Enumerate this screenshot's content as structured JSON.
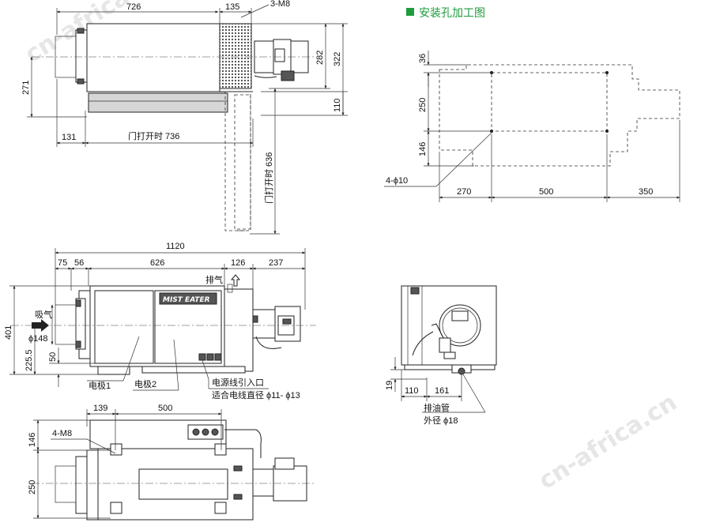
{
  "section_title": "安装孔加工图",
  "watermark": "cn-africa.cn",
  "colors": {
    "accent": "#1c9c3c"
  },
  "top_view": {
    "dims": {
      "width_726": "726",
      "width_135": "135",
      "screw": "3-M8",
      "height_282": "282",
      "height_322": "322",
      "height_271": "271",
      "height_110": "110",
      "offset_131": "131",
      "door_open_736": "门打开时 736",
      "door_open_636": "门打开时 636"
    }
  },
  "mounting_view": {
    "dims": {
      "d36": "36",
      "d250": "250",
      "d146": "146",
      "hole": "4-ϕ10",
      "d270": "270",
      "d500": "500",
      "d350": "350"
    }
  },
  "front_view": {
    "dims": {
      "total_1120": "1120",
      "d75": "75",
      "d56": "56",
      "d626": "626",
      "d126": "126",
      "d237": "237",
      "exhaust": "排气",
      "intake": "吸气",
      "dia148": "ϕ148",
      "h401": "401",
      "h225": "225.5",
      "h50": "50",
      "electrode1": "电极1",
      "electrode2": "电极2",
      "power_inlet": "电源线引入口",
      "cable_dia": "适合电线直径 ϕ11- ϕ13",
      "brand": "MIST EATER"
    }
  },
  "side_view": {
    "dims": {
      "h19": "19",
      "d110": "110",
      "d161": "161",
      "drain": "排油管",
      "drain_dia": "外径 ϕ18"
    }
  },
  "bottom_view": {
    "dims": {
      "d139": "139",
      "d500": "500",
      "screw": "4-M8",
      "h146": "146",
      "h250": "250"
    }
  }
}
